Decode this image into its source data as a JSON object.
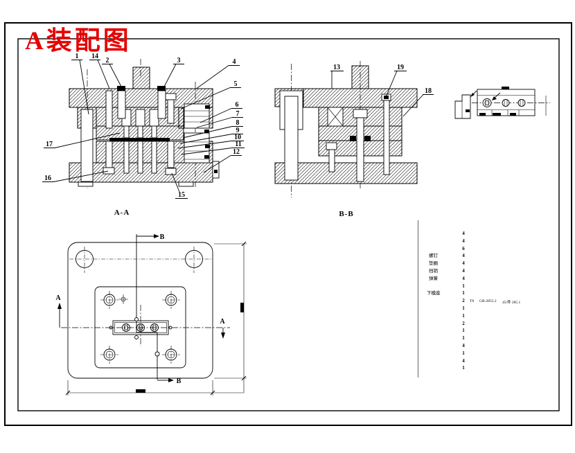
{
  "title": "A装配图",
  "colors": {
    "title_red": "#e60000",
    "line_black": "#000000",
    "background": "#ffffff"
  },
  "section_labels": {
    "aa": "A-A",
    "bb": "B-B"
  },
  "callouts": {
    "p1": "1",
    "p2": "2",
    "p3": "3",
    "p4": "4",
    "p5": "5",
    "p6": "6",
    "p7": "7",
    "p8": "8",
    "p9": "9",
    "p10": "10",
    "p11": "11",
    "p12": "12",
    "p13": "13",
    "p14": "14",
    "p15": "15",
    "p16": "16",
    "p17": "17",
    "p18": "18",
    "p19": "19"
  },
  "plan_view": {
    "section_letter_a": "A",
    "section_letter_b": "B"
  },
  "parts_list": {
    "quantities": [
      "4",
      "4",
      "6",
      "4",
      "4",
      "4",
      "4",
      "1",
      "1",
      "2",
      "1",
      "1",
      "2",
      "1",
      "1",
      "4",
      "1",
      "4",
      "1"
    ],
    "part_names": [
      "螺钉",
      "垫圈",
      "挡销",
      "弹簧",
      "下模座"
    ],
    "material_row": {
      "material": "T8",
      "standard": "GB-2855.2",
      "note": "45/件 285.1"
    }
  }
}
